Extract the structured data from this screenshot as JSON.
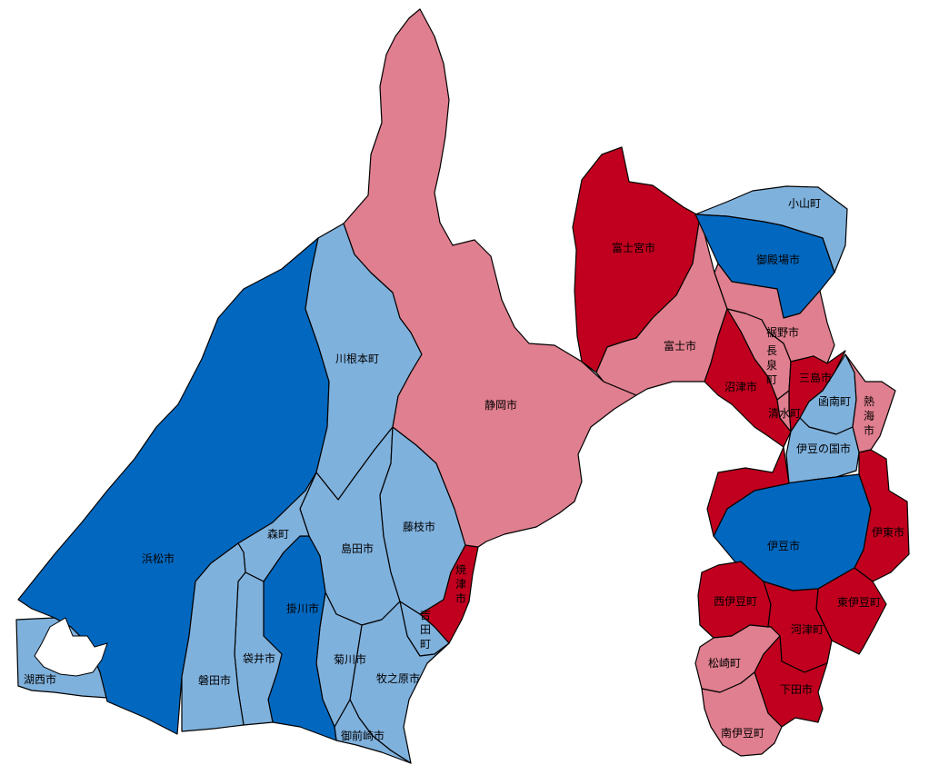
{
  "palette": {
    "dark_red": "#c0001e",
    "light_red": "#e07f8f",
    "dark_blue": "#0268bf",
    "light_blue": "#7fb1dd"
  },
  "municipalities": {
    "shizuoka": {
      "name": "静岡市",
      "shade": "light_red"
    },
    "hamamatsu": {
      "name": "浜松市",
      "shade": "dark_blue"
    },
    "kawanehon": {
      "name": "川根本町",
      "shade": "light_blue"
    },
    "shimada": {
      "name": "島田市",
      "shade": "light_blue"
    },
    "fujieda": {
      "name": "藤枝市",
      "shade": "light_blue"
    },
    "yaizu": {
      "name": "焼津市",
      "shade": "dark_red"
    },
    "yoshida": {
      "name": "吉田町",
      "shade": "light_blue"
    },
    "makinohara": {
      "name": "牧之原市",
      "shade": "light_blue"
    },
    "omaezaki": {
      "name": "御前崎市",
      "shade": "light_blue"
    },
    "kikugawa": {
      "name": "菊川市",
      "shade": "light_blue"
    },
    "kakegawa": {
      "name": "掛川市",
      "shade": "dark_blue"
    },
    "mori": {
      "name": "森町",
      "shade": "light_blue"
    },
    "fukuroi": {
      "name": "袋井市",
      "shade": "light_blue"
    },
    "iwata": {
      "name": "磐田市",
      "shade": "light_blue"
    },
    "kosai": {
      "name": "湖西市",
      "shade": "light_blue"
    },
    "fujinomiya": {
      "name": "富士宮市",
      "shade": "dark_red"
    },
    "fuji": {
      "name": "富士市",
      "shade": "light_red"
    },
    "oyama": {
      "name": "小山町",
      "shade": "light_blue"
    },
    "gotemba": {
      "name": "御殿場市",
      "shade": "dark_blue"
    },
    "susono": {
      "name": "裾野市",
      "shade": "light_red"
    },
    "nagaizumi": {
      "name": "長泉町",
      "shade": "light_red"
    },
    "numazu": {
      "name": "沼津市",
      "shade": "dark_red"
    },
    "mishima": {
      "name": "三島市",
      "shade": "dark_red"
    },
    "shimizu": {
      "name": "清水町",
      "shade": "light_red"
    },
    "kannami": {
      "name": "函南町",
      "shade": "light_blue"
    },
    "atami": {
      "name": "熱海市",
      "shade": "light_red"
    },
    "izunokuni": {
      "name": "伊豆の国市",
      "shade": "light_blue"
    },
    "izu": {
      "name": "伊豆市",
      "shade": "dark_blue"
    },
    "ito": {
      "name": "伊東市",
      "shade": "dark_red"
    },
    "nishiizu": {
      "name": "西伊豆町",
      "shade": "dark_red"
    },
    "higashiizu": {
      "name": "東伊豆町",
      "shade": "dark_red"
    },
    "kawazu": {
      "name": "河津町",
      "shade": "dark_red"
    },
    "matsuzaki": {
      "name": "松崎町",
      "shade": "light_red"
    },
    "shimoda": {
      "name": "下田市",
      "shade": "dark_red"
    },
    "minamiizu": {
      "name": "南伊豆町",
      "shade": "light_red"
    }
  }
}
